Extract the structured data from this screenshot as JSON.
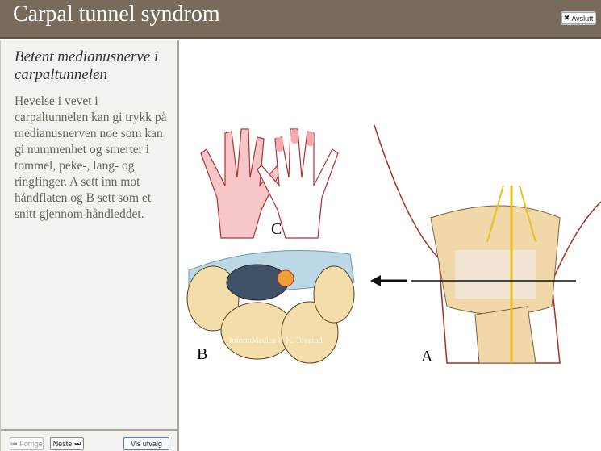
{
  "header": {
    "title": "Carpal tunnel syndrom",
    "quit_label": "Avslutt"
  },
  "sidebar": {
    "heading": "Betent medianusnerve i carpaltunnelen",
    "body": "Hevelse i vevet i carpaltunnelen kan gi trykk på medianusnerven noe som kan gi nummenhet og smerter i tommel, peke-, lang- og ringfinger. A sett inn mot håndflaten og B sett som et snitt gjennom håndleddet."
  },
  "nav": {
    "prev_label": "Forrige",
    "next_label": "Neste",
    "select_label": "Vis utvalg"
  },
  "illustration": {
    "label_a": "A",
    "label_b": "B",
    "label_c": "C",
    "watermark": "InformMedica © K. Toverud"
  },
  "colors": {
    "header": "#786b5b",
    "sidebar": "#f3f2ef"
  }
}
